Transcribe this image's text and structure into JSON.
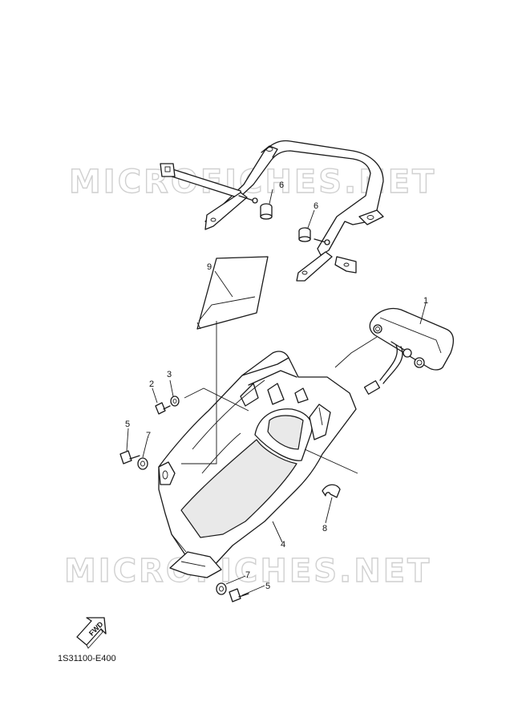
{
  "watermark": {
    "text_top": "MICROFICHES.NET",
    "text_bottom": "MICROFICHES.NET"
  },
  "callouts": {
    "c1": "1",
    "c2": "2",
    "c3": "3",
    "c4": "4",
    "c5a": "5",
    "c5b": "5",
    "c6a": "6",
    "c6b": "6",
    "c7a": "7",
    "c7b": "7",
    "c8": "8",
    "c9": "9"
  },
  "direction_badge": {
    "label": "FWD"
  },
  "diagram_code": "1S31100-E400",
  "colors": {
    "line": "#1a1a1a",
    "watermark": "#d0d0d0",
    "background": "#ffffff"
  }
}
